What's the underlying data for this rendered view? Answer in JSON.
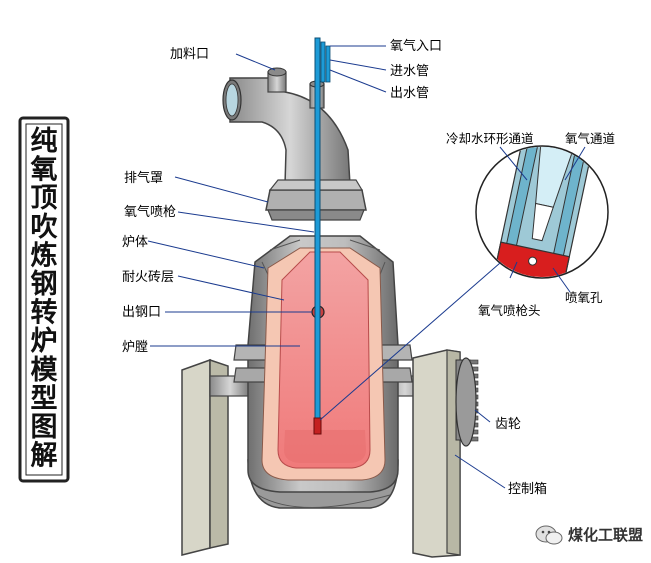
{
  "title_chars": [
    "纯",
    "氧",
    "顶",
    "吹",
    "炼",
    "钢",
    "转",
    "炉",
    "模",
    "型",
    "图",
    "解"
  ],
  "labels": {
    "feed_port": "加料口",
    "oxygen_inlet": "氧气入口",
    "water_in": "进水管",
    "water_out": "出水管",
    "exhaust_hood": "排气罩",
    "oxygen_lance": "氧气喷枪",
    "furnace_body": "炉体",
    "refractory_layer": "耐火砖层",
    "tap_hole": "出钢口",
    "furnace_chamber": "炉膛",
    "cooling_channel": "冷却水环形通道",
    "oxygen_channel": "氧气通道",
    "lance_tip": "氧气喷枪头",
    "oxygen_holes": "喷氧孔",
    "gear": "齿轮",
    "control_box": "控制箱"
  },
  "watermark": "煤化工联盟",
  "colors": {
    "steel_gray": "#a8a8a8",
    "refractory": "#f5c2ad",
    "chamber": "#f08080",
    "molten": "#e23b3b",
    "lance": "#1d9bd7",
    "support": "#d9d9cc"
  }
}
